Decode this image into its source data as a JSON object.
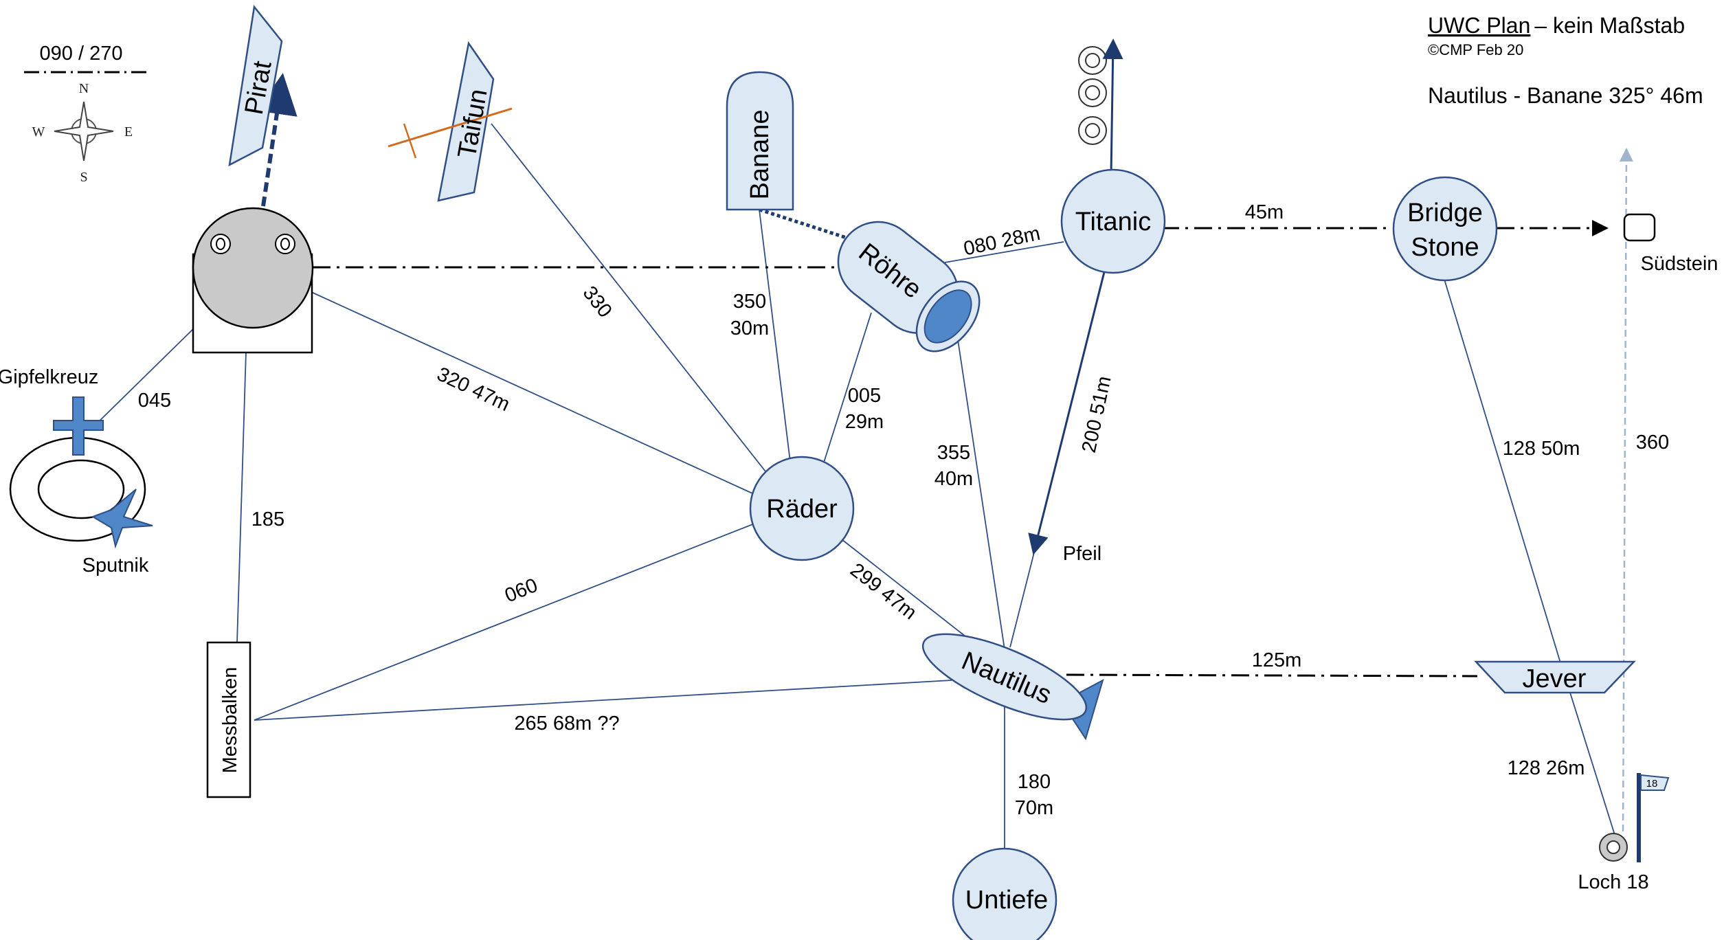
{
  "header": {
    "title": "UWC Plan",
    "title_suffix": "– kein Maßstab",
    "copyright": "©CMP  Feb 20",
    "bearing_note": "Nautilus - Banane 325° 46m"
  },
  "compass": {
    "bearing_label": "090 / 270",
    "north": "N",
    "south": "S",
    "east": "E",
    "west": "W"
  },
  "nodes": {
    "pirat": "Pirat",
    "taifun": "Taifun",
    "banane": "Banane",
    "roehre": "Röhre",
    "titanic": "Titanic",
    "bridge_stone_1": "Bridge",
    "bridge_stone_2": "Stone",
    "suedstein": "Südstein",
    "gipfelkreuz": "Gipfelkreuz",
    "sputnik": "Sputnik",
    "raeder": "Räder",
    "messbalken": "Messbalken",
    "nautilus": "Nautilus",
    "jever": "Jever",
    "untiefe": "Untiefe",
    "loch18": "Loch 18",
    "flag_number": "18",
    "pfeil": "Pfeil"
  },
  "edges": {
    "e045": "045",
    "e185": "185",
    "e320": "320  47m",
    "e330": "330",
    "e350_a": "350",
    "e350_b": "30m",
    "e005_a": "005",
    "e005_b": "29m",
    "e080": "080  28m",
    "e45m": "45m",
    "e200": "200  51m",
    "e355_a": "355",
    "e355_b": "40m",
    "e128_50": "128 50m",
    "e360": "360",
    "e060": "060",
    "e299": "299  47m",
    "e265": "265 68m ??",
    "e125": "125m",
    "e180_a": "180",
    "e180_b": "70m",
    "e128_26": "128 26m"
  },
  "colors": {
    "node_fill": "#DDE8F5",
    "node_stroke": "#2F4F86",
    "accent_blue": "#4F87C9",
    "dark_navy": "#1F3A6E",
    "taifun_cross": "#D26A1E",
    "pirat_fill": "#C9C9C9"
  }
}
